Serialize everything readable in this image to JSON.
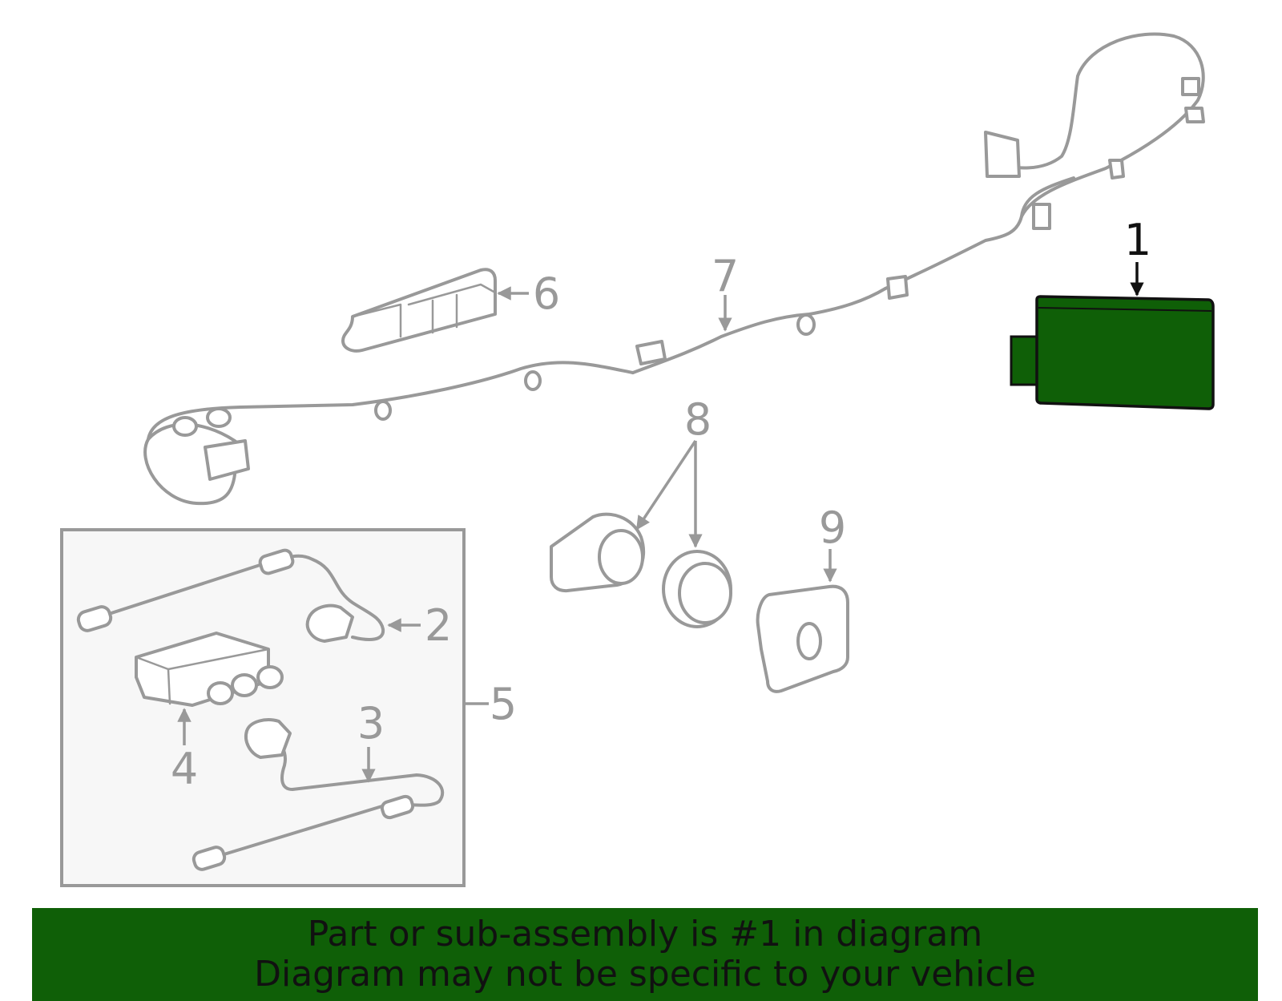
{
  "callouts": {
    "c1": "1",
    "c2": "2",
    "c3": "3",
    "c4": "4",
    "c5": "5",
    "c6": "6",
    "c7": "7",
    "c8": "8",
    "c9": "9"
  },
  "banner": {
    "line1": "Part or sub-assembly is #1 in diagram",
    "line2": "Diagram may not be specific to your vehicle"
  },
  "colors": {
    "highlight": "#0f5f07",
    "outline": "#999999",
    "subassembly_box_fill": "#f7f7f7",
    "active_label": "#111111"
  }
}
